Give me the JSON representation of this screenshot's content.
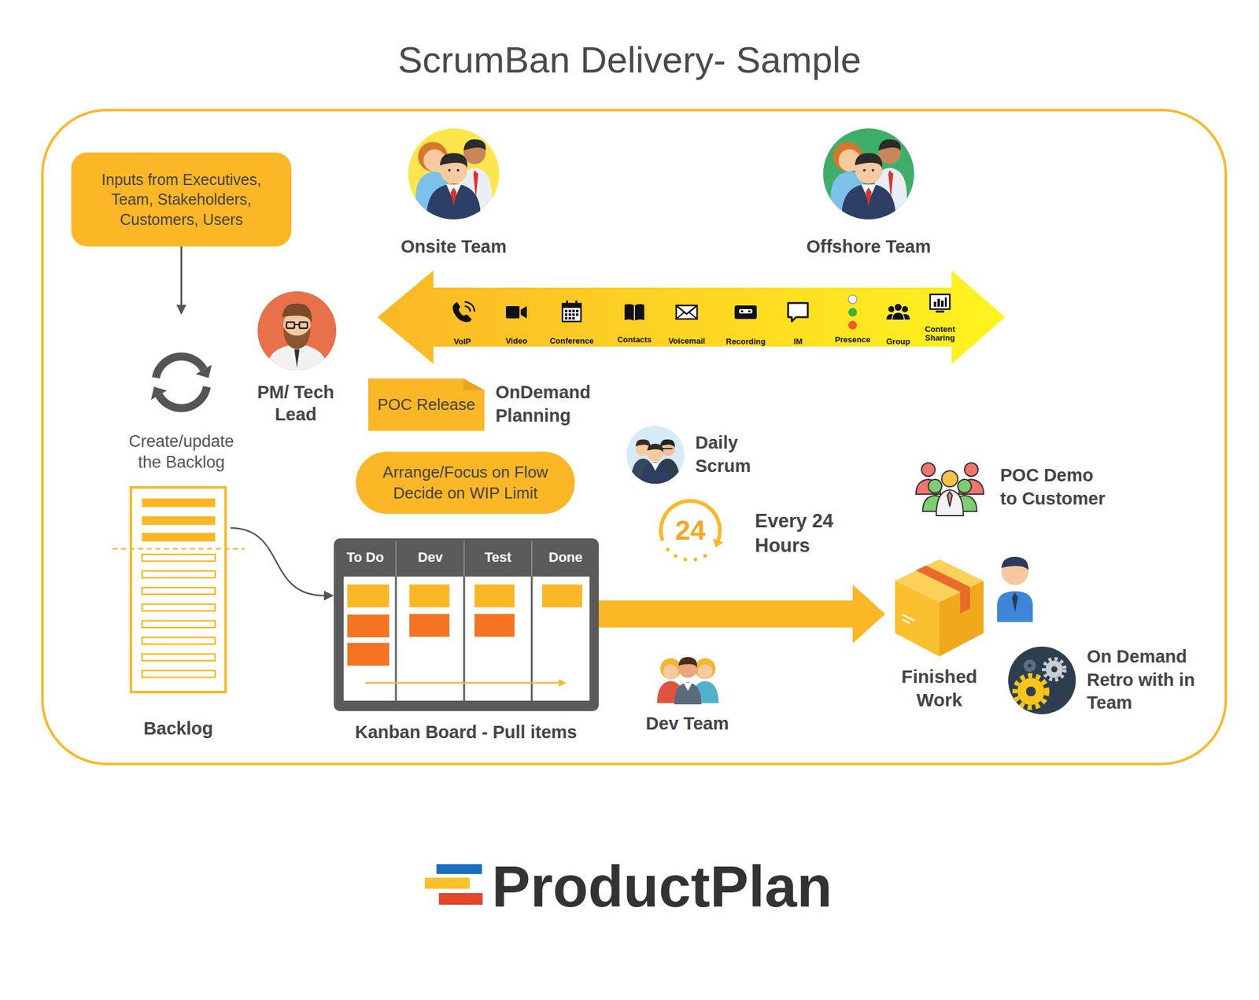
{
  "diagram": {
    "title": "ScrumBan Delivery- Sample",
    "nodes": [
      {
        "text": [
          "Inputs from Executives, Team, Stakeholders, Customers, Users"
        ]
      },
      {
        "text": [
          "Onsite Team"
        ]
      },
      {
        "text": [
          "Offshore Team"
        ]
      },
      {
        "text": [
          "PM/ Tech Lead"
        ]
      },
      {
        "text": [
          "Create/update the Backlog"
        ]
      },
      {
        "text": [
          "POC Release"
        ]
      },
      {
        "text": [
          "Daily Scrum"
        ]
      },
      {
        "text": [
          "Arrange/Focus on Flow Decide on WIP Limit"
        ]
      },
      {
        "text": [
          "POC Demo to Customer"
        ]
      },
      {
        "text": [
          "24",
          "Every 24 Hours"
        ]
      },
      {
        "text": [
          "Backlog"
        ]
      },
      {
        "text": [
          "To Do",
          "Dev",
          "Test",
          "Done",
          "Kanban Board - Pull items"
        ]
      },
      {
        "text": [
          "Finished Work"
        ]
      },
      {
        "text": [
          "On Demand Retro with in Team"
        ]
      },
      {
        "text": [
          "Dev Team"
        ]
      }
    ],
    "edges": [
      {
        "from": 0,
        "to": 4,
        "arrow": "to"
      },
      {
        "from": 10,
        "to": 11,
        "arrow": "to"
      },
      {
        "from": 11,
        "to": 12,
        "arrow": "to"
      }
    ],
    "labels": [
      "VoIP",
      "Video",
      "Conference",
      "Contacts",
      "Voicemail",
      "Recording",
      "IM",
      "Presence",
      "Group",
      "Content Sharing",
      "OnDemand Planning",
      "ProductPlan"
    ]
  }
}
